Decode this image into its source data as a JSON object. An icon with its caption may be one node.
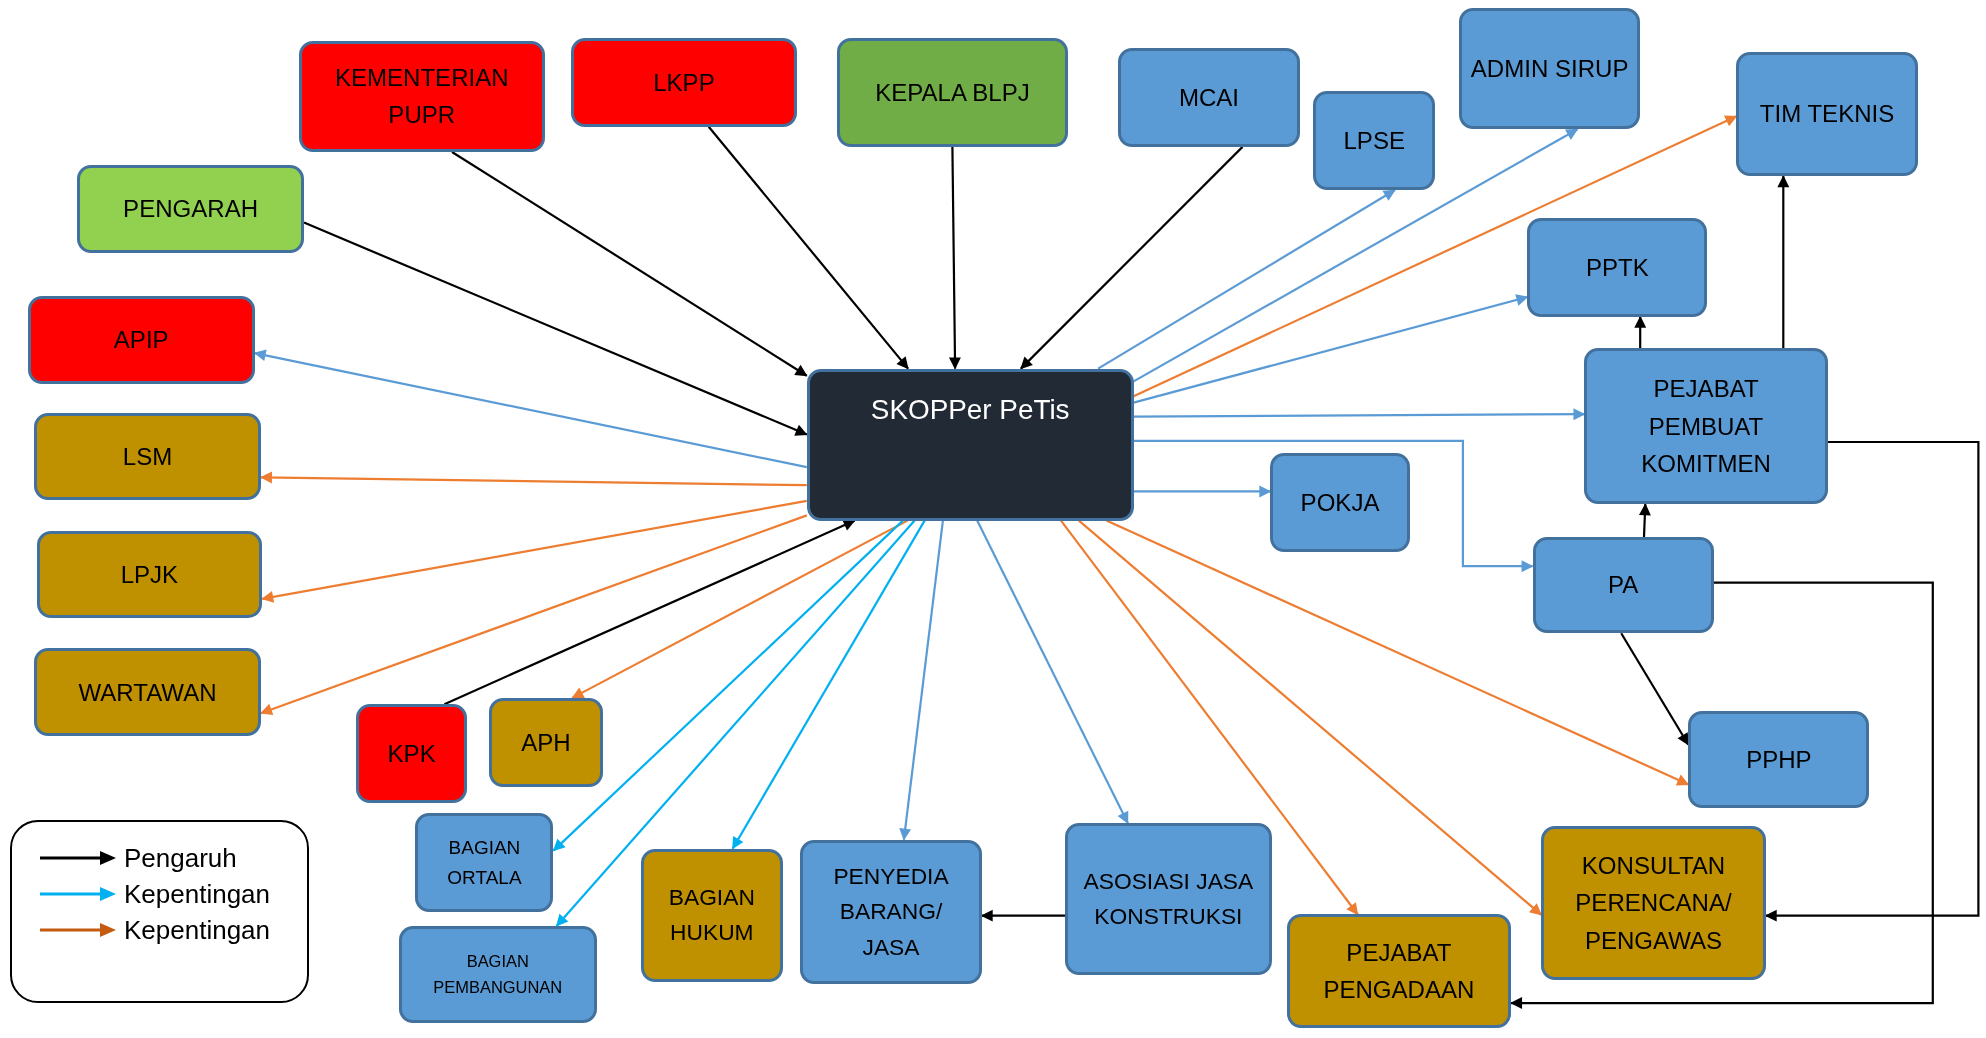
{
  "diagram": {
    "nodes": [
      {
        "text": [
          "KEMENTERIAN PUPR"
        ]
      },
      {
        "text": [
          "LKPP"
        ]
      },
      {
        "text": [
          "KEPALA BLPJ"
        ]
      },
      {
        "text": [
          "MCAI"
        ]
      },
      {
        "text": [
          "ADMIN SIRUP"
        ]
      },
      {
        "text": [
          "TIM TEKNIS"
        ]
      },
      {
        "text": [
          "LPSE"
        ]
      },
      {
        "text": [
          "PENGARAH"
        ]
      },
      {
        "text": [
          "PPTK"
        ]
      },
      {
        "text": [
          "APIP"
        ]
      },
      {
        "text": [
          "SKOPPer PeTis"
        ]
      },
      {
        "text": [
          "PEJABAT PEMBUAT KOMITMEN"
        ]
      },
      {
        "text": [
          "LSM"
        ]
      },
      {
        "text": [
          "POKJA"
        ]
      },
      {
        "text": [
          "LPJK"
        ]
      },
      {
        "text": [
          "PA"
        ]
      },
      {
        "text": [
          "WARTAWAN"
        ]
      },
      {
        "text": [
          "APH"
        ]
      },
      {
        "text": [
          "KPK"
        ]
      },
      {
        "text": [
          "PPHP"
        ]
      },
      {
        "text": [
          "BAGIAN ORTALA"
        ]
      },
      {
        "text": [
          "BAGIAN HUKUM"
        ]
      },
      {
        "text": [
          "PENYEDIA BARANG/ JASA"
        ]
      },
      {
        "text": [
          "ASOSIASI JASA KONSTRUKSI"
        ]
      },
      {
        "text": [
          "KONSULTAN PERENCANA/ PENGAWAS"
        ]
      },
      {
        "text": [
          "BAGIAN PEMBANGUNAN"
        ]
      },
      {
        "text": [
          "PEJABAT PENGADAAN"
        ]
      }
    ],
    "edges": [
      {
        "from": 7,
        "to": 10,
        "arrow": "to"
      },
      {
        "from": 0,
        "to": 10,
        "arrow": "to"
      },
      {
        "from": 1,
        "to": 10,
        "arrow": "to"
      },
      {
        "from": 2,
        "to": 10,
        "arrow": "to"
      },
      {
        "from": 3,
        "to": 10,
        "arrow": "to"
      },
      {
        "from": 10,
        "to": 9,
        "arrow": "to",
        "color": "#5b9bd5"
      },
      {
        "from": 10,
        "to": 12,
        "arrow": "to",
        "color": "#ed7d31"
      },
      {
        "from": 10,
        "to": 14,
        "arrow": "to",
        "color": "#ed7d31"
      },
      {
        "from": 10,
        "to": 16,
        "arrow": "to",
        "color": "#ed7d31"
      },
      {
        "from": 18,
        "to": 10,
        "arrow": "to"
      },
      {
        "from": 10,
        "to": 17,
        "arrow": "to",
        "color": "#ed7d31"
      },
      {
        "from": 10,
        "to": 20,
        "arrow": "to",
        "color": "#00b0f0"
      },
      {
        "from": 10,
        "to": 25,
        "arrow": "to",
        "color": "#00b0f0"
      },
      {
        "from": 10,
        "to": 21,
        "arrow": "to",
        "color": "#00b0f0"
      },
      {
        "from": 10,
        "to": 22,
        "arrow": "to",
        "color": "#5b9bd5"
      },
      {
        "from": 10,
        "to": 23,
        "arrow": "to",
        "color": "#5b9bd5"
      },
      {
        "from": 10,
        "to": 26,
        "arrow": "to",
        "color": "#ed7d31"
      },
      {
        "from": 10,
        "to": 24,
        "arrow": "to",
        "color": "#ed7d31"
      },
      {
        "from": 10,
        "to": 19,
        "arrow": "to",
        "color": "#ed7d31"
      },
      {
        "from": 10,
        "to": 13,
        "arrow": "to",
        "color": "#5b9bd5"
      },
      {
        "from": 10,
        "to": 15,
        "arrow": "to",
        "color": "#5b9bd5"
      },
      {
        "from": 10,
        "to": 11,
        "arrow": "to",
        "color": "#5b9bd5"
      },
      {
        "from": 10,
        "to": 8,
        "arrow": "to",
        "color": "#5b9bd5"
      },
      {
        "from": 10,
        "to": 5,
        "arrow": "to",
        "color": "#ed7d31"
      },
      {
        "from": 10,
        "to": 4,
        "arrow": "to",
        "color": "#5b9bd5"
      },
      {
        "from": 10,
        "to": 6,
        "arrow": "to",
        "color": "#5b9bd5"
      },
      {
        "from": 11,
        "to": 8,
        "arrow": "to"
      },
      {
        "from": 11,
        "to": 5,
        "arrow": "to"
      },
      {
        "from": 15,
        "to": 11,
        "arrow": "to"
      },
      {
        "from": 15,
        "to": 19,
        "arrow": "to"
      },
      {
        "from": 11,
        "to": 24,
        "arrow": "to"
      },
      {
        "from": 15,
        "to": 26,
        "arrow": "to"
      },
      {
        "from": 23,
        "to": 22,
        "arrow": "to"
      }
    ],
    "legend": [
      {
        "text": "Pengaruh"
      },
      {
        "text": "Kepentingan"
      },
      {
        "text": "Kepentingan"
      }
    ]
  }
}
